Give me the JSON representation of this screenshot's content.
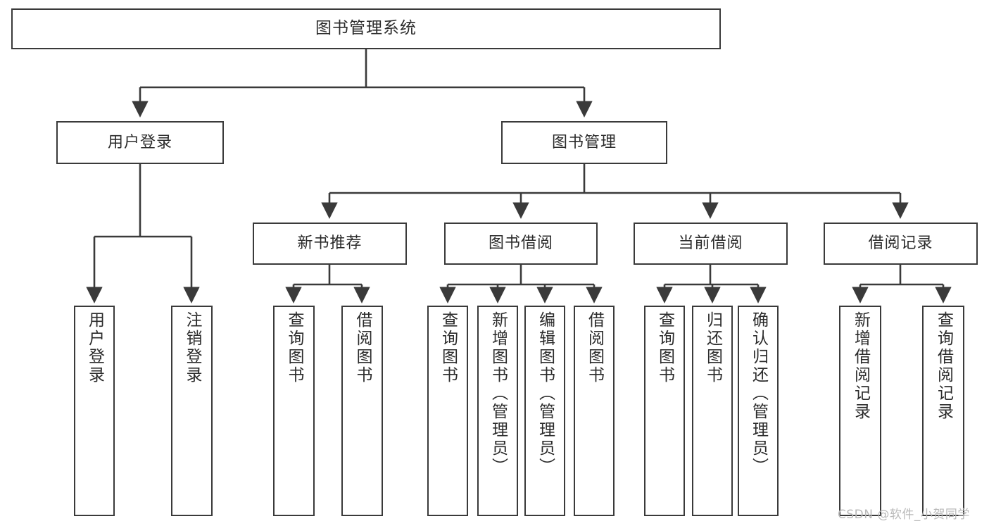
{
  "diagram": {
    "title": "图书管理系统",
    "watermark": "CSDN @软件_小贺同学",
    "line_color": "#3a3a3a",
    "box_fill": "#ffffff",
    "text_color": "#2b2b2b",
    "watermark_color": "#b9b9b9",
    "nodes": {
      "root": "图书管理系统",
      "level1": {
        "user_login": "用户登录",
        "book_manage": "图书管理"
      },
      "level2": {
        "new_book_rec": "新书推荐",
        "book_borrow": "图书借阅",
        "current_borrow": "当前借阅",
        "borrow_record": "借阅记录"
      },
      "leaves": {
        "user_login_1": "用户登录",
        "user_login_2": "注销登录",
        "new_book_rec_1": "查询图书",
        "new_book_rec_2": "借阅图书",
        "book_borrow_1": "查询图书",
        "book_borrow_2": "新增图书（管理员）",
        "book_borrow_3": "编辑图书（管理员）",
        "book_borrow_4": "借阅图书",
        "current_borrow_1": "查询图书",
        "current_borrow_2": "归还图书",
        "current_borrow_3": "确认归还（管理员）",
        "borrow_record_1": "新增借阅记录",
        "borrow_record_2": "查询借阅记录"
      }
    }
  }
}
